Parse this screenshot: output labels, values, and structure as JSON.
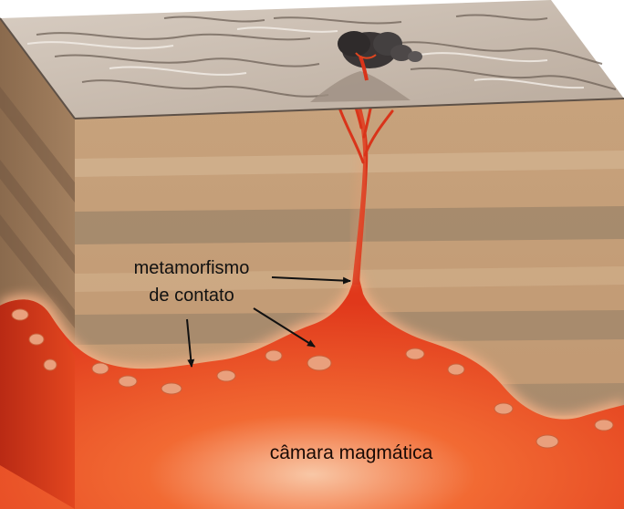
{
  "labels": {
    "contact_metamorphism_line1": "metamorfismo",
    "contact_metamorphism_line2": "de contato",
    "magma_chamber": "câmara magmática"
  },
  "colors": {
    "rock_light": "#c9a27a",
    "rock_band_dark": "#9c846a",
    "rock_side": "#8f6d4f",
    "surface": "#d9cfc4",
    "surface_shadow": "#8c7f74",
    "magma_bright": "#f05a1e",
    "magma_deep": "#d9361a",
    "magma_glow": "#f4b07a",
    "xenolith": "#e8a07c",
    "ash_cloud": "#3f3a3a"
  },
  "icons": {
    "volcano_vent": "volcano-vent-icon"
  }
}
